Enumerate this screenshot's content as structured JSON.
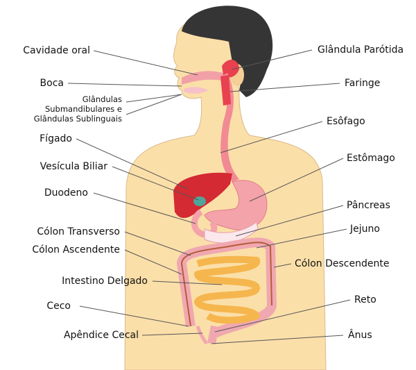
{
  "colors": {
    "skin": "#fbdfa9",
    "hair": "#353535",
    "organ_red": "#e8414f",
    "organ_pink": "#f2a0a8",
    "liver": "#d42a33",
    "intestine": "#f5b64e",
    "colon": "#f0a8b0"
  },
  "labels_left": {
    "cavidade_oral": "Cavidade oral",
    "boca": "Boca",
    "glandulas_1": "Glândulas",
    "glandulas_2": "Submandibulares e",
    "glandulas_3": "Glândulas Sublinguais",
    "figado": "Fígado",
    "vesicula": "Vesícula Biliar",
    "duodeno": "Duodeno",
    "colon_transverso": "Cólon Transverso",
    "colon_ascendente": "Cólon Ascendente",
    "intestino_delgado": "Intestino Delgado",
    "ceco": "Ceco",
    "apendice": "Apêndice Cecal"
  },
  "labels_right": {
    "parotida": "Glândula Parótida",
    "faringe": "Faringe",
    "esofago": "Esôfago",
    "estomago": "Estômago",
    "pancreas": "Pâncreas",
    "jejuno": "Jejuno",
    "colon_descendente": "Cólon Descendente",
    "reto": "Reto",
    "anus": "Ânus"
  }
}
